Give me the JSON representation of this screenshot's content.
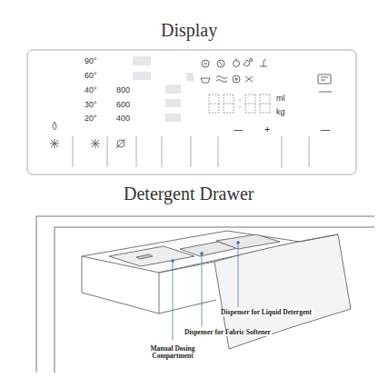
{
  "diagram": {
    "title": "Display",
    "labels": [
      "90°",
      "60°",
      "40°",
      "30°",
      "20°",
      "800",
      "600",
      "400",
      "ml",
      "kg",
      "—",
      "+",
      "—",
      "Detergent Drawer",
      "Manual Dosing Compartment",
      "Dispenser for Fabric Softener",
      "Dispenser for Liquid Detergent"
    ]
  }
}
